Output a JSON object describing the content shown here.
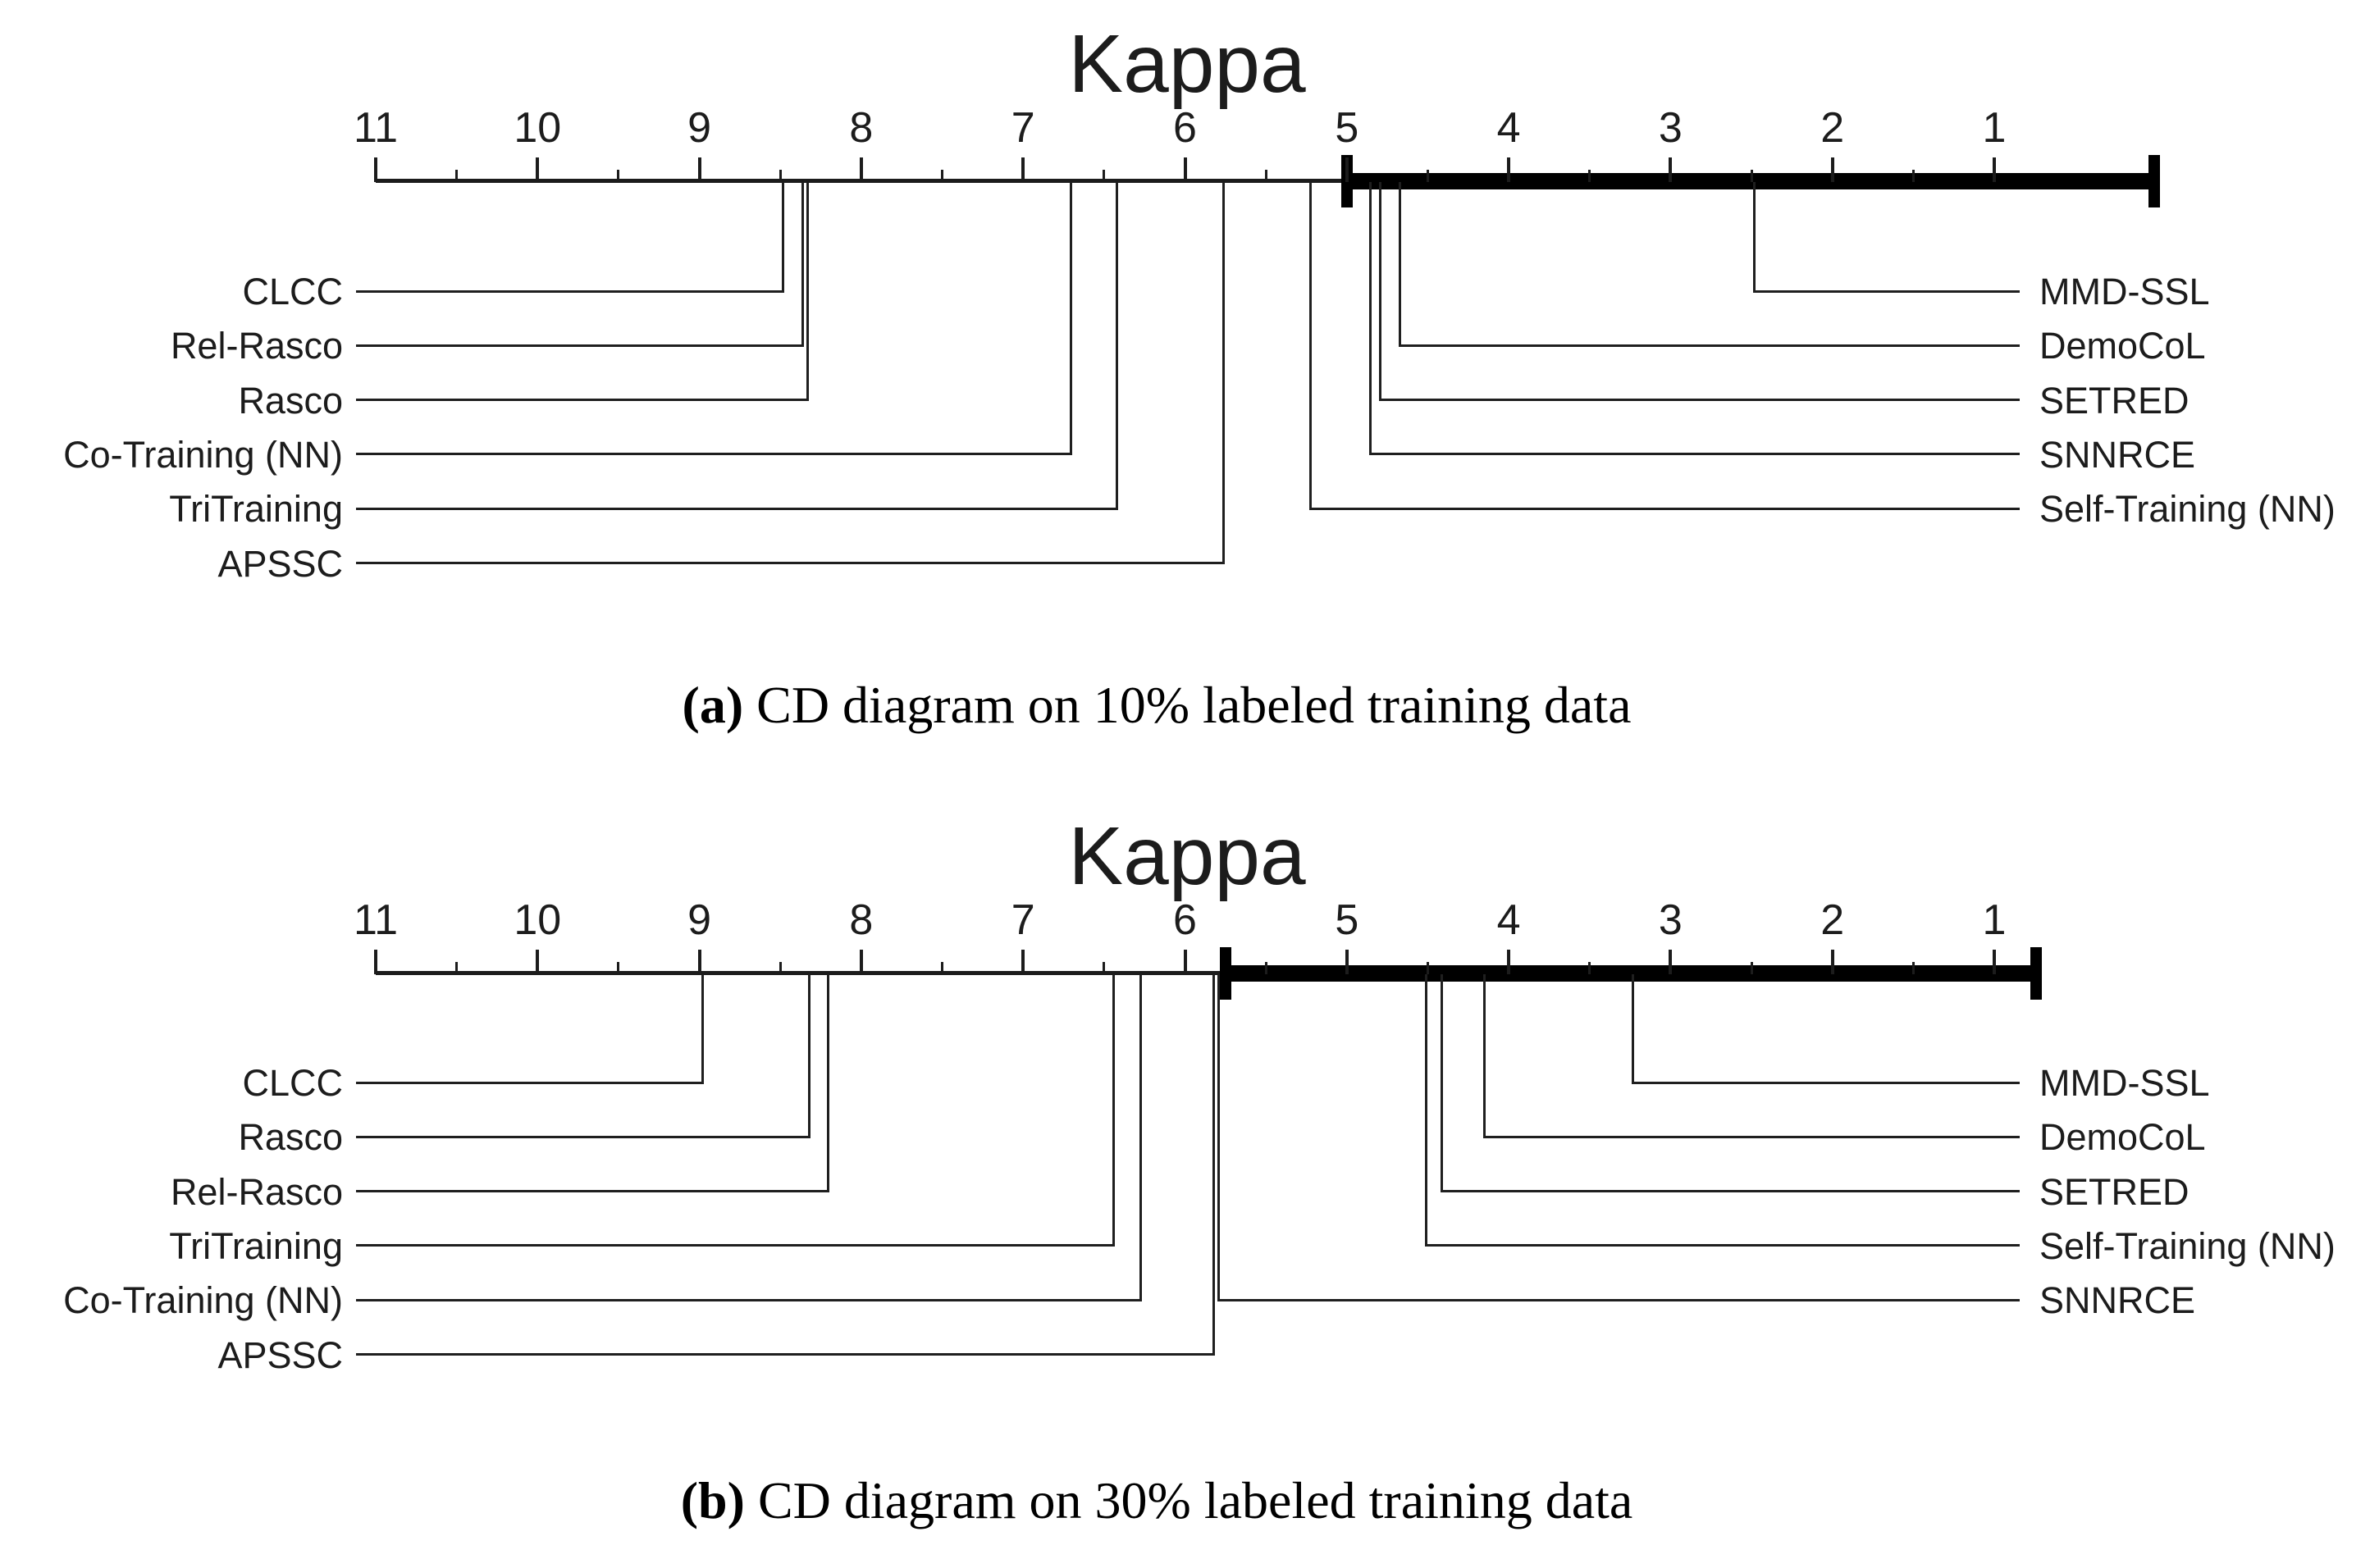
{
  "figure": {
    "background": "#ffffff",
    "ink_color": "#1c1c1c",
    "bar_color": "#000000"
  },
  "chart_data": [
    {
      "type": "cd-diagram",
      "title": "Kappa",
      "caption_label": "(a)",
      "caption_text": "CD diagram on 10% labeled training data",
      "axis": {
        "max_rank": 11,
        "min_rank": 1,
        "major_tick_step": 1,
        "minor_tick_step": 0.5,
        "tick_labels": [
          "11",
          "10",
          "9",
          "8",
          "7",
          "6",
          "5",
          "4",
          "3",
          "2",
          "1"
        ]
      },
      "left_methods": [
        {
          "name": "CLCC",
          "avg_rank": 8.49
        },
        {
          "name": "Rel-Rasco",
          "avg_rank": 8.37
        },
        {
          "name": "Rasco",
          "avg_rank": 8.34
        },
        {
          "name": "Co-Training (NN)",
          "avg_rank": 6.71
        },
        {
          "name": "TriTraining",
          "avg_rank": 6.43
        },
        {
          "name": "APSSC",
          "avg_rank": 5.77
        }
      ],
      "right_methods": [
        {
          "name": "MMD-SSL",
          "avg_rank": 2.49
        },
        {
          "name": "DemoCoL",
          "avg_rank": 4.68
        },
        {
          "name": "SETRED",
          "avg_rank": 4.8
        },
        {
          "name": "SNNRCE",
          "avg_rank": 4.86
        },
        {
          "name": "Self-Training (NN)",
          "avg_rank": 5.23
        }
      ],
      "significance_bar": {
        "from_rank": 5.0,
        "to_rank": 0.01
      }
    },
    {
      "type": "cd-diagram",
      "title": "Kappa",
      "caption_label": "(b)",
      "caption_text": "CD diagram on 30% labeled training data",
      "axis": {
        "max_rank": 11,
        "min_rank": 1,
        "major_tick_step": 1,
        "minor_tick_step": 0.5,
        "tick_labels": [
          "11",
          "10",
          "9",
          "8",
          "7",
          "6",
          "5",
          "4",
          "3",
          "2",
          "1"
        ]
      },
      "left_methods": [
        {
          "name": "CLCC",
          "avg_rank": 8.99
        },
        {
          "name": "Rasco",
          "avg_rank": 8.33
        },
        {
          "name": "Rel-Rasco",
          "avg_rank": 8.21
        },
        {
          "name": "TriTraining",
          "avg_rank": 6.45
        },
        {
          "name": "Co-Training (NN)",
          "avg_rank": 6.28
        },
        {
          "name": "APSSC",
          "avg_rank": 5.83
        }
      ],
      "right_methods": [
        {
          "name": "MMD-SSL",
          "avg_rank": 3.24
        },
        {
          "name": "DemoCoL",
          "avg_rank": 4.16
        },
        {
          "name": "SETRED",
          "avg_rank": 4.42
        },
        {
          "name": "Self-Training (NN)",
          "avg_rank": 4.52
        },
        {
          "name": "SNNRCE",
          "avg_rank": 5.8
        }
      ],
      "significance_bar": {
        "from_rank": 5.75,
        "to_rank": 0.74
      }
    }
  ]
}
